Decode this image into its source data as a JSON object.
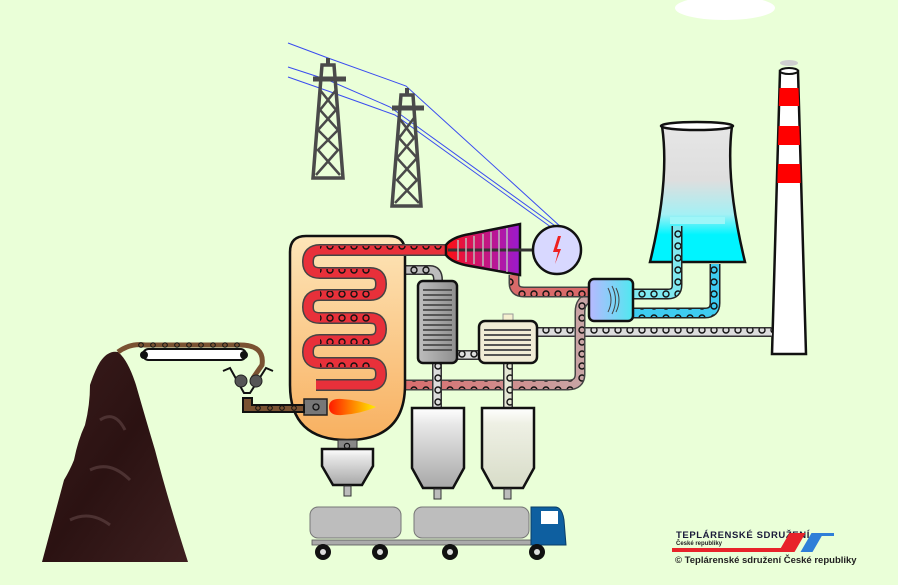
{
  "diagram": {
    "title": "Coal-fired thermal power plant process",
    "components": [
      {
        "id": "coal-pile",
        "label": "Coal pile"
      },
      {
        "id": "conveyor",
        "label": "Coal conveyor belt"
      },
      {
        "id": "coal-mill",
        "label": "Coal crusher / mill"
      },
      {
        "id": "boiler",
        "label": "Boiler with burner and steam coils"
      },
      {
        "id": "turbine",
        "label": "Steam turbine"
      },
      {
        "id": "generator",
        "label": "Electric generator"
      },
      {
        "id": "power-lines",
        "label": "High-voltage transmission towers"
      },
      {
        "id": "condenser",
        "label": "Condenser"
      },
      {
        "id": "cooling-tower",
        "label": "Cooling tower"
      },
      {
        "id": "chimney",
        "label": "Chimney / stack"
      },
      {
        "id": "electrostatic-precipitator",
        "label": "Electrostatic precipitator"
      },
      {
        "id": "desulfurization",
        "label": "Flue gas desulfurization unit"
      },
      {
        "id": "ash-hopper",
        "label": "Ash hopper"
      },
      {
        "id": "silo-fly-ash",
        "label": "Fly ash silo"
      },
      {
        "id": "silo-gypsum",
        "label": "Gypsum silo"
      },
      {
        "id": "tanker-truck",
        "label": "Tanker truck with trailer"
      }
    ],
    "colors": {
      "background": "#eaffd8",
      "steam": "#e8303a",
      "hot_water": "#d96a6a",
      "cooling_water": "#3fd9f0",
      "flue_gas": "#c9c9c9",
      "coal": "#7a5232",
      "boiler": "#fbd49a",
      "turbine": "#a21bc7",
      "generator": "#d8d8ff",
      "power_line": "#3a4cf0",
      "chimney_stripe": "#ff0000"
    }
  },
  "logo": {
    "name": "TEPLÁRENSKÉ SDRUŽENÍ",
    "subtitle": "České republiky",
    "copyright": "© Teplárenské sdružení České republiky",
    "colors": {
      "red": "#e8232a",
      "blue": "#2f7fd8"
    }
  }
}
